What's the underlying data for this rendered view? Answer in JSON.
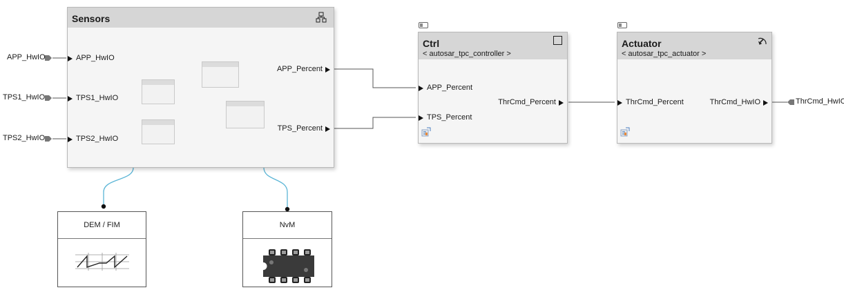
{
  "sensors": {
    "title": "Sensors",
    "inputs": [
      "APP_HwIO",
      "TPS1_HwIO",
      "TPS2_HwIO"
    ],
    "outputs": [
      "APP_Percent",
      "TPS_Percent"
    ]
  },
  "inports": [
    "APP_HwIO",
    "TPS1_HwIO",
    "TPS2_HwIO"
  ],
  "ctrl": {
    "title": "Ctrl",
    "subtitle": "< autosar_tpc_controller >",
    "inputs": [
      "APP_Percent",
      "TPS_Percent"
    ],
    "output": "ThrCmd_Percent"
  },
  "actuator": {
    "title": "Actuator",
    "subtitle": "< autosar_tpc_actuator >",
    "input": "ThrCmd_Percent",
    "output": "ThrCmd_HwIO"
  },
  "outport": "ThrCmd_HwIO",
  "services": {
    "dem": "DEM / FIM",
    "nvm": "NvM"
  },
  "icons": {
    "sensors_corner": "hierarchy-icon",
    "ctrl_corner": "square-icon",
    "actuator_corner": "dial-icon",
    "ctrl_badge": "behavior-icon",
    "actuator_badge": "behavior-icon",
    "dem_glyph": "waveform-icon",
    "nvm_glyph": "memory-chip-icon"
  },
  "colors": {
    "header": "#d6d6d6",
    "block_fill": "#f5f5f5",
    "signal_wire": "#555555",
    "service_wire": "#5bb5d6"
  }
}
